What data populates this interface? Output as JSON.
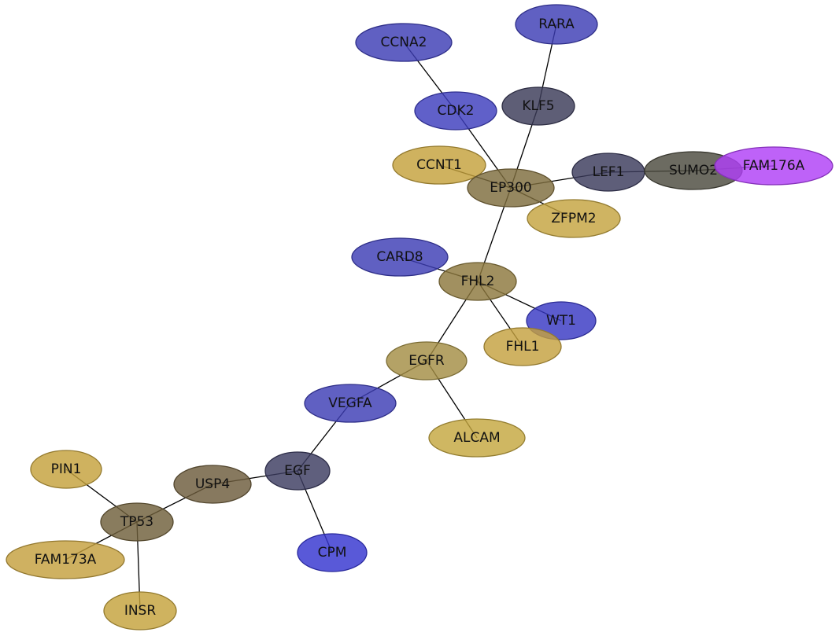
{
  "diagram": {
    "type": "protein-interaction-network",
    "nodes": [
      {
        "id": "RARA",
        "label": "RARA",
        "color": "#3d3db5"
      },
      {
        "id": "CCNA2",
        "label": "CCNA2",
        "color": "#3d3db5"
      },
      {
        "id": "KLF5",
        "label": "KLF5",
        "color": "#3a3a58"
      },
      {
        "id": "CDK2",
        "label": "CDK2",
        "color": "#3d3dbd"
      },
      {
        "id": "CCNT1",
        "label": "CCNT1",
        "color": "#c4a13c"
      },
      {
        "id": "EP300",
        "label": "EP300",
        "color": "#7e6c3d"
      },
      {
        "id": "LEF1",
        "label": "LEF1",
        "color": "#3a3a5c"
      },
      {
        "id": "SUMO2",
        "label": "SUMO2",
        "color": "#4c4b3e"
      },
      {
        "id": "FAM176A",
        "label": "FAM176A",
        "color": "#b040f7"
      },
      {
        "id": "ZFPM2",
        "label": "ZFPM2",
        "color": "#c4a440"
      },
      {
        "id": "CARD8",
        "label": "CARD8",
        "color": "#3d3db5"
      },
      {
        "id": "FHL2",
        "label": "FHL2",
        "color": "#8c783d"
      },
      {
        "id": "WT1",
        "label": "WT1",
        "color": "#3838c3"
      },
      {
        "id": "FHL1",
        "label": "FHL1",
        "color": "#c4a13f"
      },
      {
        "id": "EGFR",
        "label": "EGFR",
        "color": "#a38e44"
      },
      {
        "id": "VEGFA",
        "label": "VEGFA",
        "color": "#3d3db5"
      },
      {
        "id": "ALCAM",
        "label": "ALCAM",
        "color": "#c4a740"
      },
      {
        "id": "EGF",
        "label": "EGF",
        "color": "#3c3c60"
      },
      {
        "id": "USP4",
        "label": "USP4",
        "color": "#6c5c3c"
      },
      {
        "id": "PIN1",
        "label": "PIN1",
        "color": "#c4a13c"
      },
      {
        "id": "TP53",
        "label": "TP53",
        "color": "#6f5f3a"
      },
      {
        "id": "FAM173A",
        "label": "FAM173A",
        "color": "#c4a03e"
      },
      {
        "id": "CPM",
        "label": "CPM",
        "color": "#3535d0"
      },
      {
        "id": "INSR",
        "label": "INSR",
        "color": "#c4a23c"
      }
    ],
    "edges": [
      [
        "CCNA2",
        "CDK2"
      ],
      [
        "RARA",
        "KLF5"
      ],
      [
        "CDK2",
        "EP300"
      ],
      [
        "KLF5",
        "EP300"
      ],
      [
        "EP300",
        "CCNT1"
      ],
      [
        "EP300",
        "LEF1"
      ],
      [
        "LEF1",
        "SUMO2"
      ],
      [
        "SUMO2",
        "FAM176A"
      ],
      [
        "EP300",
        "ZFPM2"
      ],
      [
        "EP300",
        "FHL2"
      ],
      [
        "CARD8",
        "FHL2"
      ],
      [
        "FHL2",
        "WT1"
      ],
      [
        "FHL2",
        "FHL1"
      ],
      [
        "FHL2",
        "EGFR"
      ],
      [
        "EGFR",
        "VEGFA"
      ],
      [
        "EGFR",
        "ALCAM"
      ],
      [
        "VEGFA",
        "EGF"
      ],
      [
        "EGF",
        "USP4"
      ],
      [
        "EGF",
        "CPM"
      ],
      [
        "USP4",
        "TP53"
      ],
      [
        "PIN1",
        "TP53"
      ],
      [
        "TP53",
        "FAM173A"
      ],
      [
        "TP53",
        "INSR"
      ]
    ]
  }
}
